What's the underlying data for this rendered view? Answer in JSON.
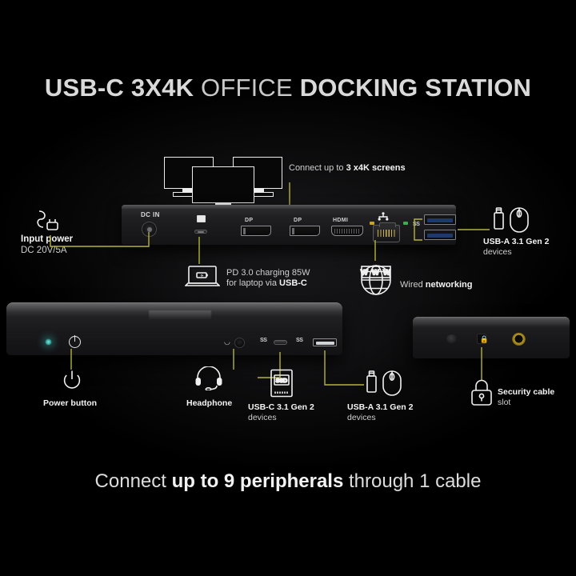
{
  "title": {
    "part1": "USB-C 3X4K",
    "part2": " OFFICE ",
    "part3": "DOCKING STATION"
  },
  "footer": {
    "pre": "Connect ",
    "bold": "up to 9 peripherals",
    "post": " through 1 cable"
  },
  "colors": {
    "background": "#000000",
    "accent_leader": "#b5b33a",
    "text_primary": "#e8e8e8",
    "text_title": "#d4d4d4",
    "led_power": "#3fbdb2",
    "led_lan_amber": "#c9a227",
    "led_lan_green": "#3fae4a",
    "audio_ring_gold": "#b89a24"
  },
  "callouts": [
    {
      "id": "input-power",
      "icon": "power-cable-icon",
      "line1": "Input power",
      "line2": "DC 20V/5A"
    },
    {
      "id": "screens",
      "icon": "three-monitors-icon",
      "pre": "Connect up to ",
      "bold": "3 x4K screens"
    },
    {
      "id": "pd-charging",
      "icon": "laptop-battery-icon",
      "line1": "PD 3.0 charging 85W",
      "line2_pre": "for laptop via ",
      "line2_bold": "USB-C"
    },
    {
      "id": "wired-networking",
      "icon": "www-globe-icon",
      "pre": "Wired ",
      "bold": "networking",
      "globe_text": "W W W"
    },
    {
      "id": "usba-rear",
      "icon": "usb-flash-mouse-icon",
      "line1": "USB-A 3.1 Gen 2",
      "line2": "devices"
    },
    {
      "id": "power-button",
      "icon": "power-symbol-icon",
      "line1": "Power button"
    },
    {
      "id": "headphone",
      "icon": "headset-icon",
      "line1": "Headphone"
    },
    {
      "id": "usbc-front",
      "icon": "ssd-icon",
      "icon_text": "SSD",
      "line1": "USB-C 3.1 Gen 2",
      "line2": "devices"
    },
    {
      "id": "usba-front",
      "icon": "usb-flash-mouse-icon",
      "line1": "USB-A 3.1 Gen 2",
      "line2": "devices"
    },
    {
      "id": "security-slot",
      "icon": "padlock-icon",
      "line1": "Security cable",
      "line2": "slot"
    }
  ],
  "rear_ports": {
    "dc_in_label": "DC IN",
    "dp1_label": "DP",
    "dp2_label": "DP",
    "hdmi_label": "HDMI",
    "ss_logo": "SS"
  },
  "front_ports": {
    "ss_logo_c": "SS",
    "ss_logo_a": "SS"
  }
}
